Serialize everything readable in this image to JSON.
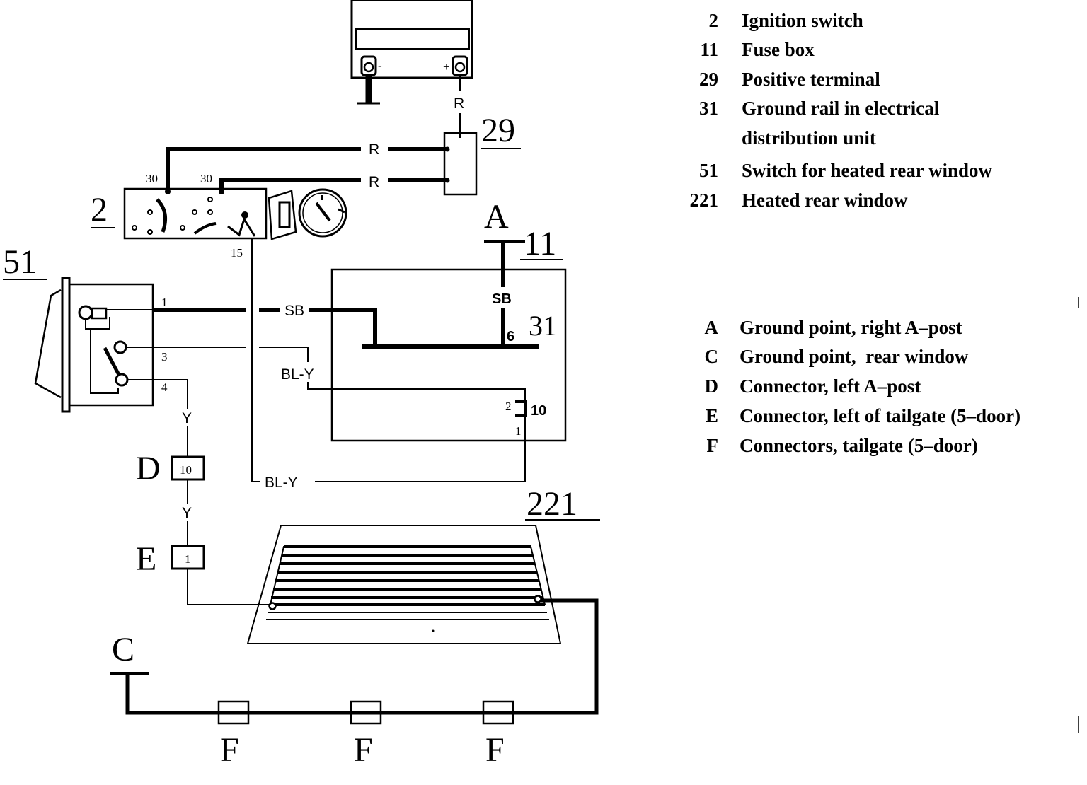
{
  "labels": {
    "c2": "2",
    "c11": "11",
    "c29": "29",
    "c31": "31",
    "c51": "51",
    "c221": "221",
    "A": "A",
    "C": "C",
    "D": "D",
    "E": "E",
    "F": "F"
  },
  "pins": {
    "ign_30a": "30",
    "ign_30b": "30",
    "ign_15": "15",
    "sw_1": "1",
    "sw_3": "3",
    "sw_4": "4",
    "fuse_2": "2",
    "fuse_1": "1",
    "fuse_10": "10",
    "rail_6": "6",
    "conn_d": "10",
    "conn_e": "1",
    "batt_neg": "-",
    "batt_pos": "+"
  },
  "wires": {
    "r_battery": "R",
    "r_upper": "R",
    "r_lower": "R",
    "sb_switch": "SB",
    "sb_ground": "SB",
    "bly_upper": "BL-Y",
    "bly_lower": "BL-Y",
    "y_upper": "Y",
    "y_lower": "Y"
  },
  "legend_components": [
    {
      "num": "2",
      "text": "Ignition switch"
    },
    {
      "num": "11",
      "text": "Fuse box"
    },
    {
      "num": "29",
      "text": "Positive terminal"
    },
    {
      "num": "31",
      "text": "Ground rail in electrical"
    },
    {
      "num": "",
      "text": "distribution unit"
    },
    {
      "num": "51",
      "text": "Switch for heated rear window"
    },
    {
      "num": "221",
      "text": "Heated rear window"
    }
  ],
  "legend_points": [
    {
      "num": "A",
      "text": "Ground point, right A–post"
    },
    {
      "num": "C",
      "text": "Ground point,  rear window"
    },
    {
      "num": "D",
      "text": "Connector, left A–post"
    },
    {
      "num": "E",
      "text": "Connector, left of tailgate (5–door)"
    },
    {
      "num": "F",
      "text": "Connectors, tailgate (5–door)"
    }
  ]
}
